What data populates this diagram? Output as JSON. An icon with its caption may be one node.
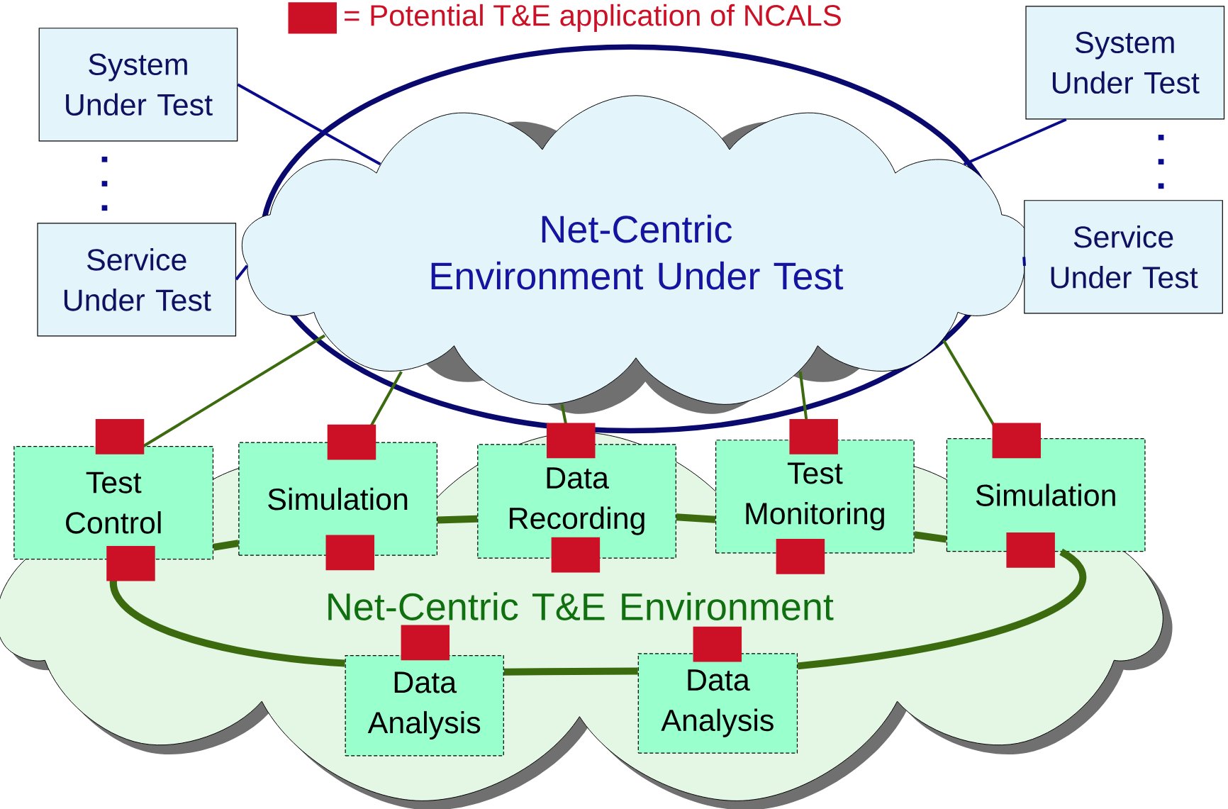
{
  "diagram": {
    "nodes": [
      {
        "text": [
          "Net-Centric Environment Under Test"
        ]
      },
      {
        "text": [
          "System Under Test"
        ]
      },
      {
        "text": [
          "Service Under Test"
        ]
      },
      {
        "text": [
          "System Under Test"
        ]
      },
      {
        "text": [
          "Service Under Test"
        ]
      },
      {
        "text": [
          "Net-Centric T&E Environment"
        ]
      },
      {
        "text": [
          "Test Control"
        ],
        "in": 5
      },
      {
        "text": [
          "Simulation"
        ],
        "in": 5
      },
      {
        "text": [
          "Data Recording"
        ],
        "in": 5
      },
      {
        "text": [
          "Test Monitoring"
        ],
        "in": 5
      },
      {
        "text": [
          "Simulation"
        ],
        "in": 5
      },
      {
        "text": [
          "Data Analysis"
        ],
        "in": 5
      },
      {
        "text": [
          "Data Analysis"
        ],
        "in": 5
      }
    ],
    "edges": [
      {
        "from": 1,
        "to": 0,
        "arrow": "none",
        "color": "#0a0a8c"
      },
      {
        "from": 2,
        "to": 0,
        "arrow": "none",
        "color": "#0a0a8c"
      },
      {
        "from": 3,
        "to": 0,
        "arrow": "none",
        "color": "#0a0a8c"
      },
      {
        "from": 4,
        "to": 0,
        "arrow": "none",
        "color": "#0a0a8c"
      },
      {
        "from": 0,
        "to": 6,
        "arrow": "none"
      },
      {
        "from": 0,
        "to": 7,
        "arrow": "none"
      },
      {
        "from": 0,
        "to": 8,
        "arrow": "none"
      },
      {
        "from": 0,
        "to": 9,
        "arrow": "none"
      },
      {
        "from": 0,
        "to": 10,
        "arrow": "none"
      },
      {
        "from": 6,
        "to": 7,
        "arrow": "none",
        "style": "thick"
      },
      {
        "from": 7,
        "to": 8,
        "arrow": "none",
        "style": "thick"
      },
      {
        "from": 8,
        "to": 9,
        "arrow": "none",
        "style": "thick"
      },
      {
        "from": 9,
        "to": 10,
        "arrow": "none",
        "style": "thick"
      },
      {
        "from": 10,
        "to": 12,
        "arrow": "none",
        "style": "thick"
      },
      {
        "from": 12,
        "to": 11,
        "arrow": "none",
        "style": "thick"
      },
      {
        "from": 11,
        "to": 6,
        "arrow": "none",
        "style": "thick"
      }
    ],
    "legend": [
      {
        "text": "= Potential T&E application of NCALS",
        "color": "#cc1126"
      }
    ]
  }
}
